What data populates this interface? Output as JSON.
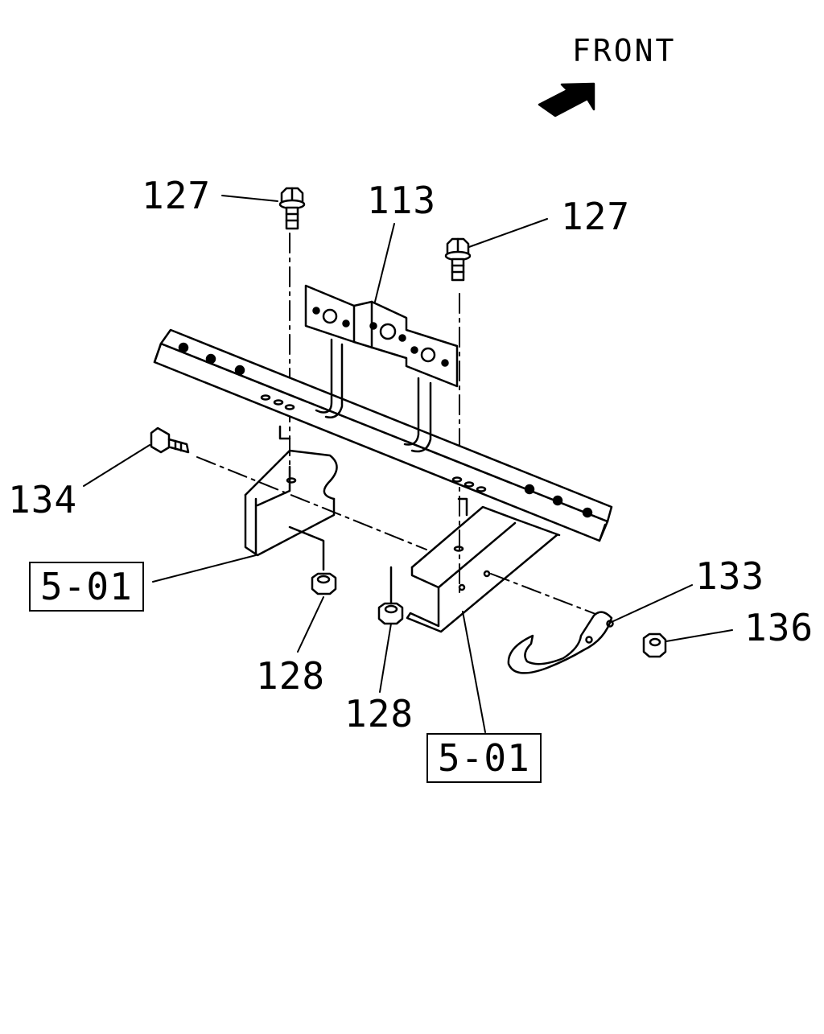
{
  "direction_label": "FRONT",
  "callouts": {
    "bolt_left": "127",
    "bolt_right": "127",
    "bracket": "113",
    "bolt_side": "134",
    "nut_left": "128",
    "nut_right": "128",
    "hook": "133",
    "hook_nut": "136",
    "ref_left": "5-01",
    "ref_right": "5-01"
  },
  "colors": {
    "line": "#000000",
    "background": "#ffffff"
  },
  "icons": [
    "front-arrow-icon",
    "bolt-icon",
    "nut-icon",
    "tow-hook-icon"
  ]
}
